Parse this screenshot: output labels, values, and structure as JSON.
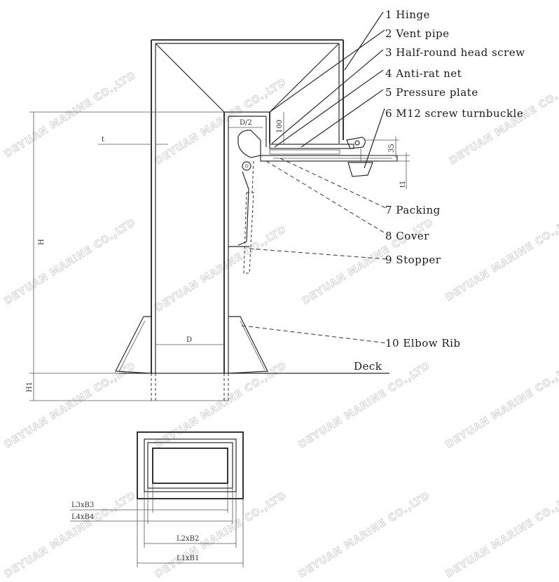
{
  "callouts": [
    {
      "text": "1 Hinge"
    },
    {
      "text": "2 Vent pipe"
    },
    {
      "text": "3 Half-round head screw"
    },
    {
      "text": "4 Anti-rat net"
    },
    {
      "text": "5 Pressure plate"
    },
    {
      "text": "6 M12 screw turnbuckle"
    },
    {
      "text": "7 Packing"
    },
    {
      "text": "8 Cover"
    },
    {
      "text": "9 Stopper"
    },
    {
      "text": "10 Elbow Rib"
    }
  ],
  "deck_label": "Deck",
  "dimensions": {
    "t": "t",
    "H": "H",
    "H1": "H1",
    "D": "D",
    "D_half": "D/2",
    "d100": "100",
    "d35": "35",
    "t1": "t1",
    "L3xB3": "L3xB3",
    "L4xB4": "L4xB4",
    "L2xB2": "L2xB2",
    "L1xB1": "L1xB1"
  },
  "watermark": "DEYUAN MARINE CO.,LTD"
}
